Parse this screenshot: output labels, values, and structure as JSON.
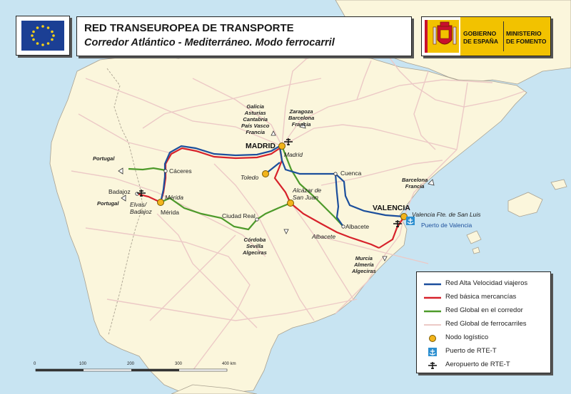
{
  "title": {
    "line1": "RED TRANSEUROPEA DE TRANSPORTE",
    "line2": "Corredor Atlántico - Mediterráneo. Modo ferrocarril"
  },
  "government": {
    "gobierno": "GOBIERNO",
    "de_espana": "DE ESPAÑA",
    "ministerio": "MINISTERIO",
    "de_fomento": "DE FOMENTO"
  },
  "colors": {
    "sea": "#c8e4f2",
    "land": "#fbf6dc",
    "high_speed": "#1c4f9c",
    "freight": "#d7222b",
    "corridor": "#4d9a2a",
    "global_rail": "#ecc9c6",
    "logistic_node": "#f2b41b"
  },
  "cities": {
    "madrid_caps": "MADRID",
    "madrid": "Madrid",
    "toledo": "Toledo",
    "caceres": "Cáceres",
    "merida_upper": "Mérida",
    "merida_lower": "Mérida",
    "badajoz": "Badajoz",
    "elvas_badajoz": "Elvas/\nBadajoz",
    "ciudad_real": "Ciudad Real",
    "alcazar": "Alcázar de\nSan Juan",
    "cuenca": "Cuenca",
    "albacete_a": "Albacete",
    "albacete_b": "Albacete",
    "valencia_caps": "VALENCIA",
    "valencia_port_node": "Valencia Fte. de San Luis",
    "puerto_valencia": "Puerto de Valencia"
  },
  "directions": {
    "north": "Galicia\nAsturias\nCantabria\nPaís Vasco\nFrancia",
    "northeast": "Zaragoza\nBarcelona\nFrancia",
    "east": "Barcelona\nFrancia",
    "south": "Córdoba\nSevilla\nAlgeciras",
    "southeast": "Murcia\nAlmería\nAlgeciras",
    "portugal_1": "Portugal",
    "portugal_2": "Portugal"
  },
  "legend": [
    {
      "symbol": "line-blue",
      "label": "Red Alta Velocidad viajeros"
    },
    {
      "symbol": "line-red",
      "label": "Red básica mercancías"
    },
    {
      "symbol": "line-green",
      "label": "Red Global en el corredor"
    },
    {
      "symbol": "line-pink",
      "label": "Red Global de ferrocarriles"
    },
    {
      "symbol": "node",
      "label": "Nodo logístico"
    },
    {
      "symbol": "port",
      "label": "Puerto de RTE-T"
    },
    {
      "symbol": "airport",
      "label": "Aeropuerto de RTE-T"
    }
  ],
  "scale": {
    "ticks": [
      "0",
      "100",
      "200",
      "300",
      "400 km"
    ]
  }
}
